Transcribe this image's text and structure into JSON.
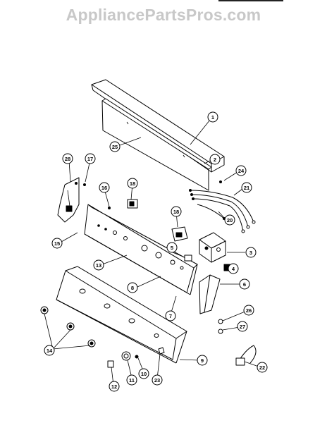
{
  "watermark": "AppliancePartsPros.com",
  "callouts": [
    {
      "id": "1",
      "label": "1"
    },
    {
      "id": "2",
      "label": "2"
    },
    {
      "id": "3",
      "label": "3"
    },
    {
      "id": "4",
      "label": "4"
    },
    {
      "id": "5",
      "label": "5"
    },
    {
      "id": "6",
      "label": "6"
    },
    {
      "id": "7",
      "label": "7"
    },
    {
      "id": "8",
      "label": "8"
    },
    {
      "id": "9",
      "label": "9"
    },
    {
      "id": "10",
      "label": "10"
    },
    {
      "id": "11",
      "label": "11"
    },
    {
      "id": "12",
      "label": "12"
    },
    {
      "id": "13",
      "label": "13"
    },
    {
      "id": "14",
      "label": "14"
    },
    {
      "id": "15",
      "label": "15"
    },
    {
      "id": "16",
      "label": "16"
    },
    {
      "id": "17",
      "label": "17"
    },
    {
      "id": "18a",
      "label": "18"
    },
    {
      "id": "18b",
      "label": "18"
    },
    {
      "id": "20",
      "label": "20"
    },
    {
      "id": "21",
      "label": "21"
    },
    {
      "id": "22",
      "label": "22"
    },
    {
      "id": "23",
      "label": "23"
    },
    {
      "id": "24",
      "label": "24"
    },
    {
      "id": "25",
      "label": "25"
    },
    {
      "id": "26",
      "label": "26"
    },
    {
      "id": "27",
      "label": "27"
    },
    {
      "id": "28",
      "label": "28"
    }
  ]
}
